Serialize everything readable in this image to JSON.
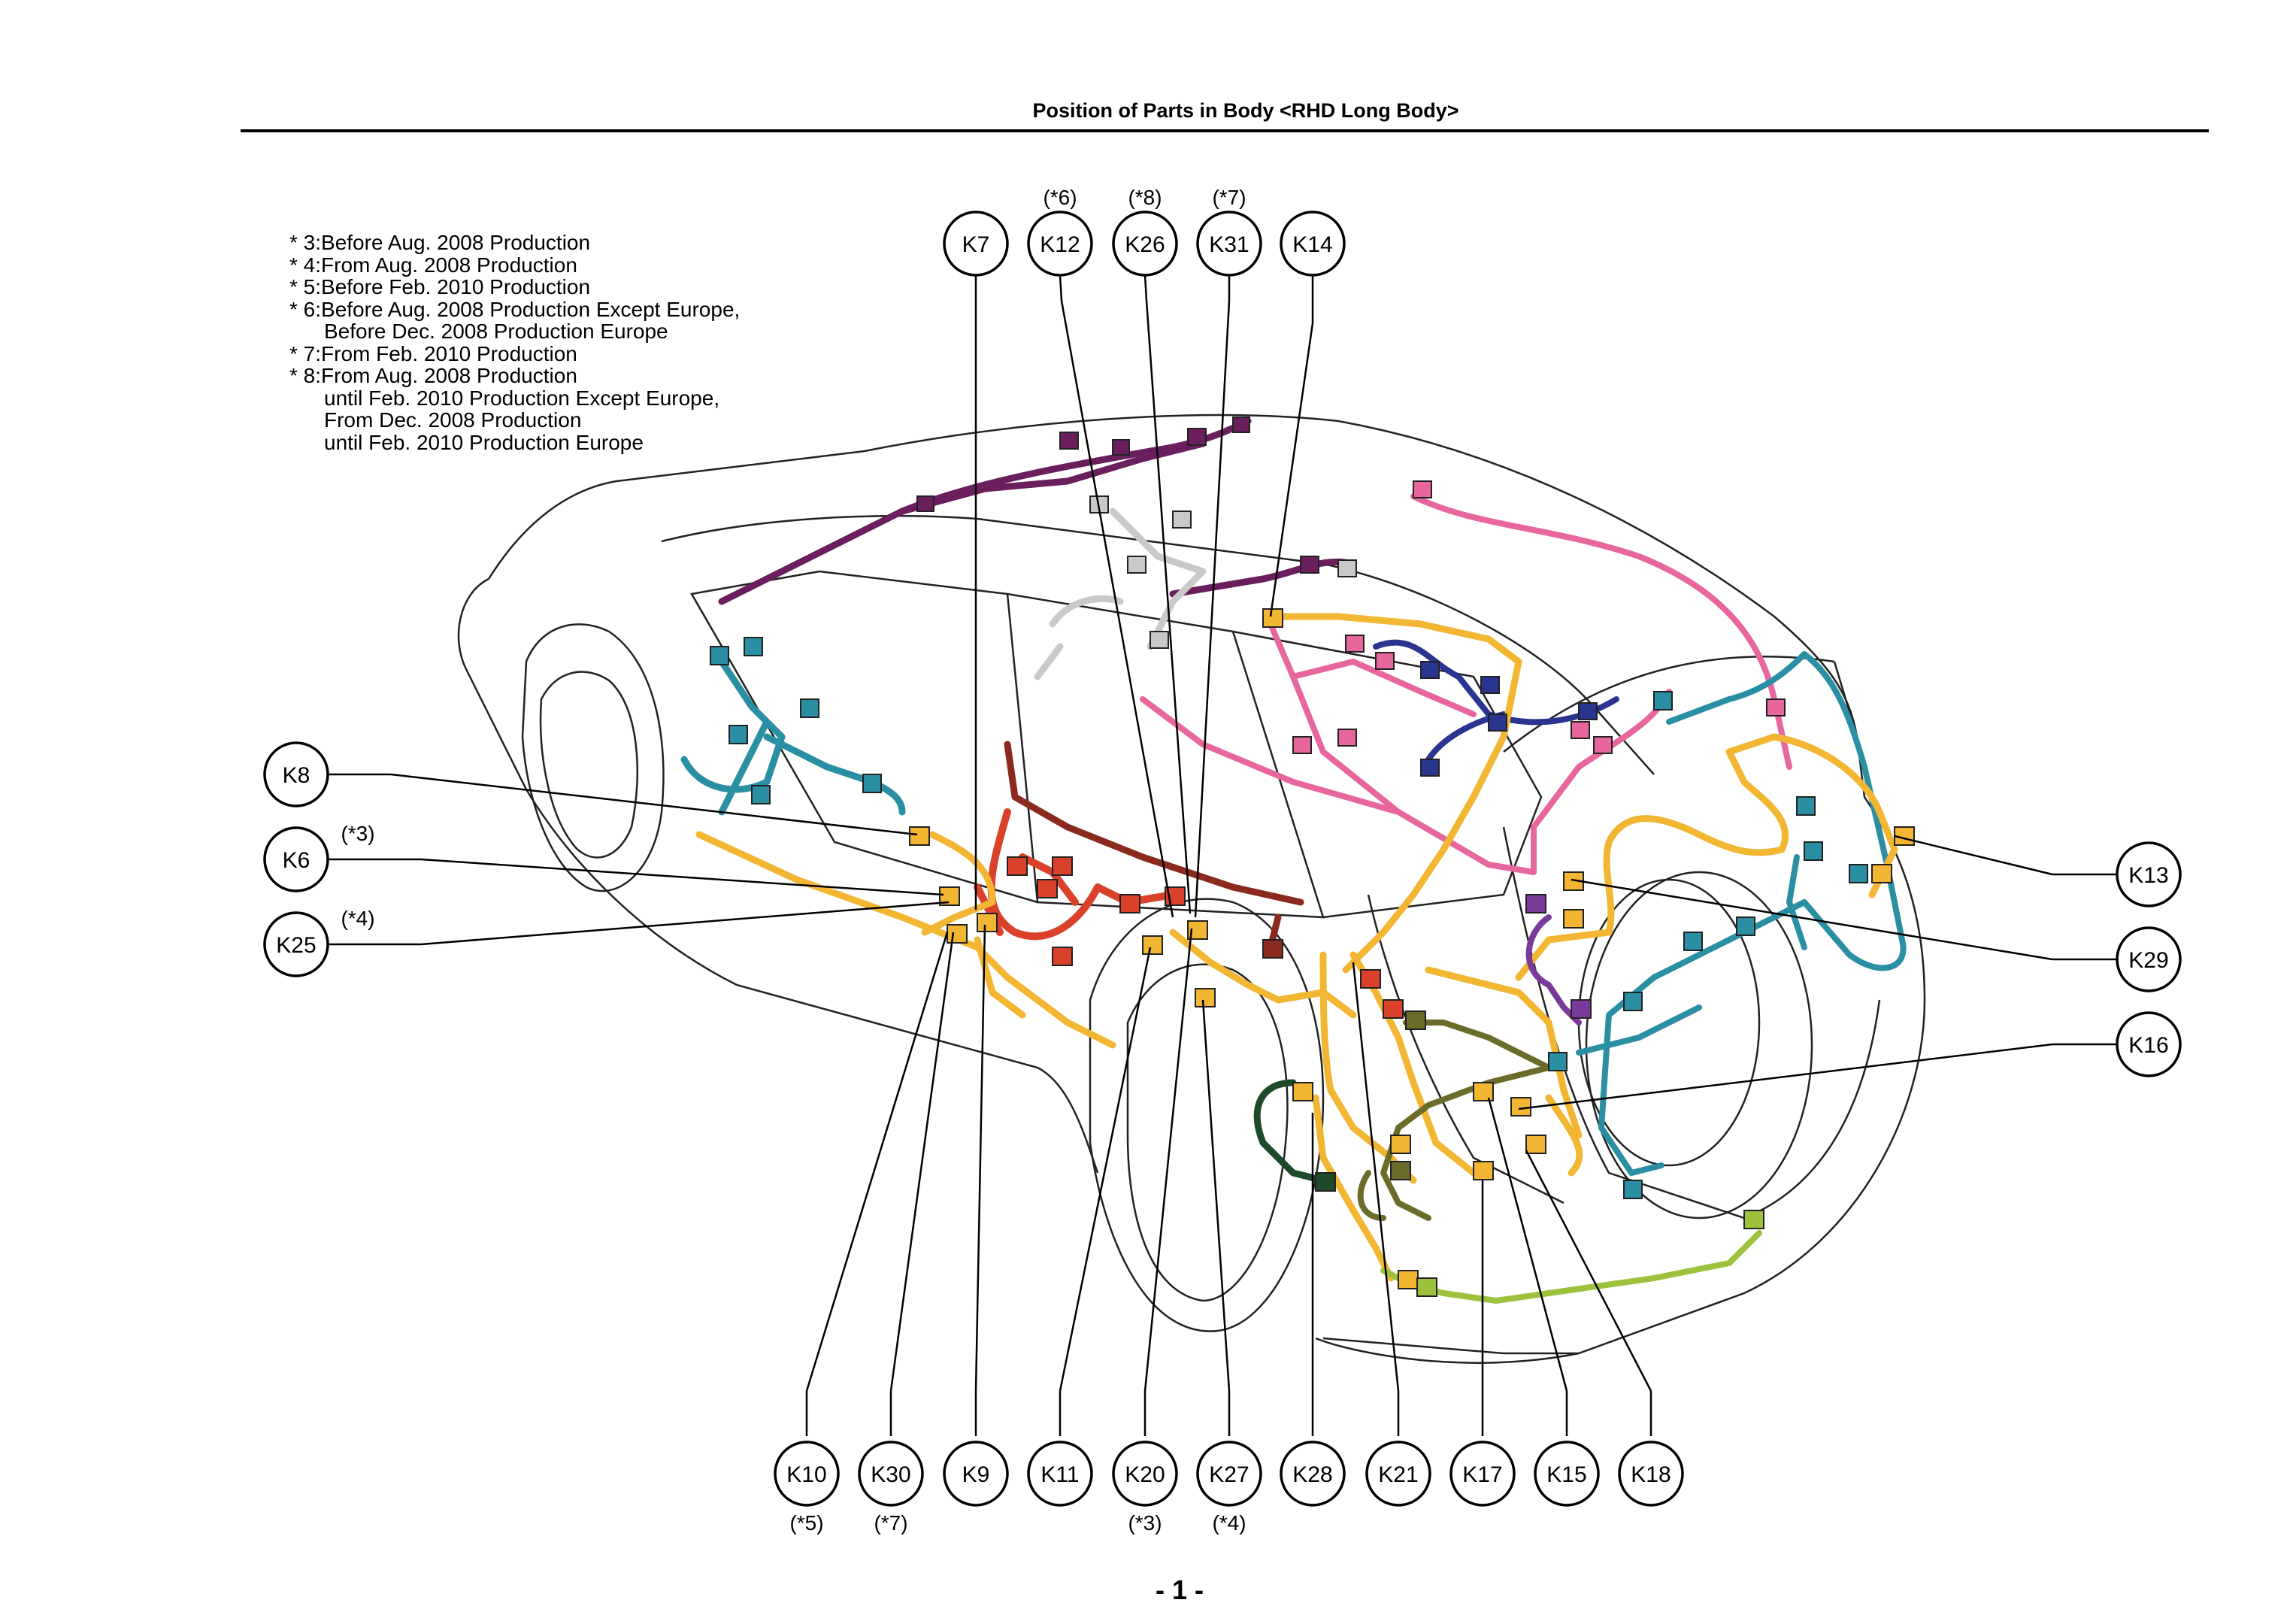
{
  "title": "Position of Parts in Body <RHD Long Body>",
  "page_number": "- 1 -",
  "notes": [
    {
      "text": "* 3:Before Aug. 2008 Production",
      "indent": false
    },
    {
      "text": "* 4:From Aug. 2008 Production",
      "indent": false
    },
    {
      "text": "* 5:Before Feb. 2010 Production",
      "indent": false
    },
    {
      "text": "* 6:Before Aug. 2008 Production Except Europe,",
      "indent": false
    },
    {
      "text": "Before Dec. 2008 Production Europe",
      "indent": true
    },
    {
      "text": "* 7:From Feb. 2010 Production",
      "indent": false
    },
    {
      "text": "* 8:From Aug. 2008 Production",
      "indent": false
    },
    {
      "text": "until Feb. 2010 Production Except Europe,",
      "indent": true
    },
    {
      "text": "From Dec. 2008 Production",
      "indent": true
    },
    {
      "text": "until Feb. 2010 Production Europe",
      "indent": true
    }
  ],
  "connectors": [
    {
      "id": "K7",
      "note": ""
    },
    {
      "id": "K12",
      "note": "(*6)"
    },
    {
      "id": "K26",
      "note": "(*8)"
    },
    {
      "id": "K31",
      "note": "(*7)"
    },
    {
      "id": "K14",
      "note": ""
    },
    {
      "id": "K8",
      "note": ""
    },
    {
      "id": "K6",
      "note": "(*3)"
    },
    {
      "id": "K25",
      "note": "(*4)"
    },
    {
      "id": "K13",
      "note": ""
    },
    {
      "id": "K29",
      "note": ""
    },
    {
      "id": "K16",
      "note": ""
    },
    {
      "id": "K10",
      "note": "(*5)"
    },
    {
      "id": "K30",
      "note": "(*7)"
    },
    {
      "id": "K9",
      "note": ""
    },
    {
      "id": "K11",
      "note": ""
    },
    {
      "id": "K20",
      "note": "(*3)"
    },
    {
      "id": "K27",
      "note": "(*4)"
    },
    {
      "id": "K28",
      "note": ""
    },
    {
      "id": "K21",
      "note": ""
    },
    {
      "id": "K17",
      "note": ""
    },
    {
      "id": "K15",
      "note": ""
    },
    {
      "id": "K18",
      "note": ""
    }
  ],
  "harness_colors": {
    "yellow": "#f2b632",
    "teal": "#2b8fa3",
    "pink": "#e8669e",
    "purple": "#6a1f5c",
    "navy": "#2a3590",
    "red": "#d9412a",
    "maroon": "#8a2a1e",
    "olive": "#6b6b2a",
    "lime": "#9cc23d",
    "grey": "#c9c9c9",
    "violet": "#7a3a9a",
    "darkgreen": "#1f4a2a"
  }
}
